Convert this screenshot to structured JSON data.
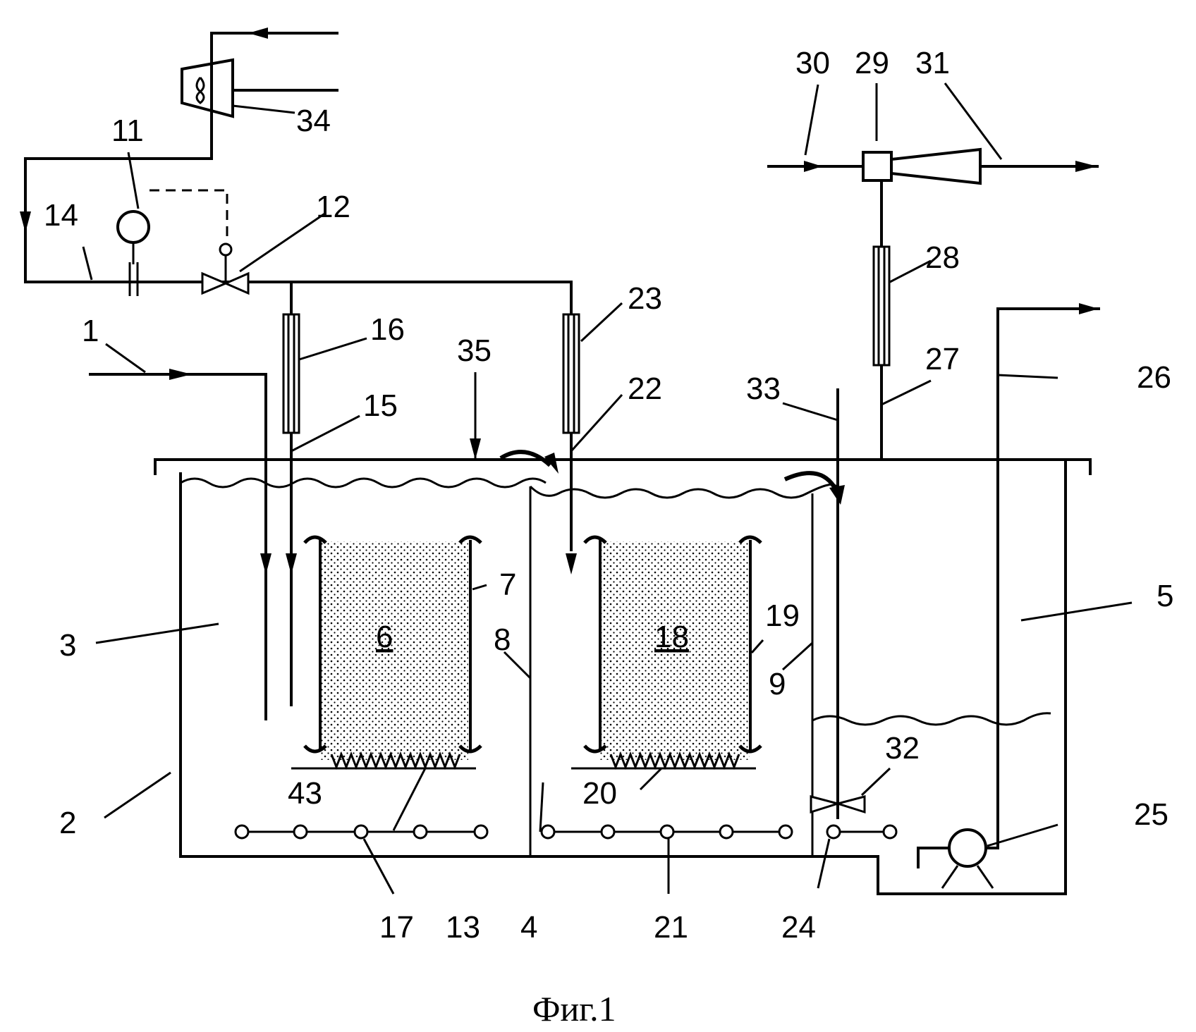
{
  "labels": {
    "l1": "1",
    "l2": "2",
    "l3": "3",
    "l4": "4",
    "l5": "5",
    "l6": "6",
    "l7": "7",
    "l8": "8",
    "l9": "9",
    "l11": "11",
    "l12": "12",
    "l13": "13",
    "l14": "14",
    "l15": "15",
    "l16": "16",
    "l17": "17",
    "l18": "18",
    "l19": "19",
    "l20": "20",
    "l21": "21",
    "l22": "22",
    "l23": "23",
    "l24": "24",
    "l25": "25",
    "l26": "26",
    "l27": "27",
    "l28": "28",
    "l29": "29",
    "l30": "30",
    "l31": "31",
    "l32": "32",
    "l33": "33",
    "l34": "34",
    "l35": "35",
    "l43": "43"
  },
  "caption": "Фиг.1"
}
